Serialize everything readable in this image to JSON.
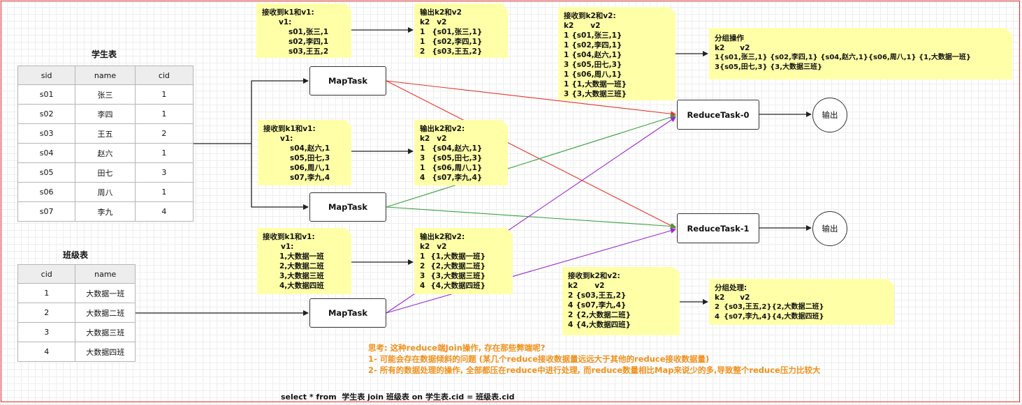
{
  "student_table": {
    "title": "学生表",
    "headers": [
      "sid",
      "name",
      "cid"
    ],
    "rows": [
      [
        "s01",
        "张三",
        "1"
      ],
      [
        "s02",
        "李四",
        "1"
      ],
      [
        "s03",
        "王五",
        "2"
      ],
      [
        "s04",
        "赵六",
        "1"
      ],
      [
        "s05",
        "田七",
        "3"
      ],
      [
        "s06",
        "周八",
        "1"
      ],
      [
        "s07",
        "李九",
        "4"
      ]
    ]
  },
  "class_table": {
    "title": "班级表",
    "headers": [
      "cid",
      "name"
    ],
    "rows": [
      [
        "1",
        "大数据一班"
      ],
      [
        "2",
        "大数据二班"
      ],
      [
        "3",
        "大数据三班"
      ],
      [
        "4",
        "大数据四班"
      ]
    ]
  },
  "map_tasks": [
    "MapTask",
    "MapTask",
    "MapTask"
  ],
  "reduce_tasks": [
    "ReduceTask-0",
    "ReduceTask-1"
  ],
  "outputs": [
    "输出",
    "输出"
  ],
  "map_inputs": [
    {
      "title": "接收到k1和v1:",
      "sub": "v1:",
      "rows": [
        "s01,张三,1",
        "s02,李四,1",
        "s03,王五,2"
      ]
    },
    {
      "title": "接收到k1和v1:",
      "sub": "v1:",
      "rows": [
        "s04,赵六,1",
        "s05,田七,3",
        "s06,周八,1",
        "s07,李九,4"
      ]
    },
    {
      "title": "接收到k1和v1:",
      "sub": "v1:",
      "rows": [
        "1,大数据一班",
        "2,大数据二班",
        "3,大数据三班",
        "4,大数据四班"
      ]
    }
  ],
  "map_outputs": [
    {
      "title": "输出k2和v2",
      "header": [
        "k2",
        "v2"
      ],
      "rows": [
        [
          "1",
          "{s01,张三,1}"
        ],
        [
          "1",
          "{s02,李四,1}"
        ],
        [
          "2",
          "{s03,王五,2}"
        ]
      ]
    },
    {
      "title": "输出k2和v2:",
      "header": [
        "k2",
        "v2"
      ],
      "rows": [
        [
          "1",
          "{s04,赵六,1}"
        ],
        [
          "3",
          "{s05,田七,3}"
        ],
        [
          "1",
          "{s06,周八,1}"
        ],
        [
          "4",
          "{s07,李九,4}"
        ]
      ]
    },
    {
      "title": "输出k2和v2:",
      "header": [
        "k2",
        "v2"
      ],
      "rows": [
        [
          "1",
          "{1,大数据一班}"
        ],
        [
          "2",
          "{2,大数据二班}"
        ],
        [
          "3",
          "{3,大数据三班}"
        ],
        [
          "4",
          "{4,大数据四班}"
        ]
      ]
    }
  ],
  "reduce_inputs": [
    {
      "title": "接收到k2和v2:",
      "header": [
        "k2",
        "v2"
      ],
      "rows": [
        [
          "1",
          "{s01,张三,1}"
        ],
        [
          "1",
          "{s02,李四,1}"
        ],
        [
          "1",
          "{s04,赵六,1}"
        ],
        [
          "3",
          "{s05,田七,3}"
        ],
        [
          "1",
          "{s06,周八,1}"
        ],
        [
          "1",
          "{1,大数据一班}"
        ],
        [
          "3",
          "{3,大数据三班}"
        ]
      ]
    },
    {
      "title": "接收到k2和v2:",
      "header": [
        "k2",
        "v2"
      ],
      "rows": [
        [
          "2",
          "{s03,王五,2}"
        ],
        [
          "4",
          "{s07,李九,4}"
        ],
        [
          "2",
          "{2,大数据二班}"
        ],
        [
          "4",
          "{4,大数据四班}"
        ]
      ]
    }
  ],
  "group_notes": [
    {
      "title": "分组操作",
      "header": [
        "k2",
        "v2"
      ],
      "rows": [
        [
          "1",
          "{s01,张三,1} {s02,李四,1}  {s04,赵六,1}{s06,周八,1} {1,大数据一班}"
        ],
        [
          "3",
          "{s05,田七,3} {3,大数据三班}"
        ]
      ]
    },
    {
      "title": "分组处理:",
      "header": [
        "k2",
        "v2"
      ],
      "rows": [
        [
          "2",
          "{s03,王五,2}{2,大数据二班}"
        ],
        [
          "4",
          "{s07,李九,4}{4,大数据四班}"
        ]
      ]
    }
  ],
  "thinking": [
    "思考: 这种reduce端Join操作, 存在那些弊端呢?",
    "1- 可能会存在数据倾斜的问题 (某几个reduce接收数据量远远大于其他的reduce接收数据量)",
    "2- 所有的数据处理的操作, 全部都压在reduce中进行处理, 而reduce数量相比Map来说少的多,导致整个reduce压力比较大"
  ],
  "sql": "select * from  学生表 join 班级表 on 学生表.cid = 班级表.cid",
  "colors": {
    "red": "#e8332a",
    "green": "#3aa040",
    "purple": "#9a2ad0",
    "note_bg": "#ffffa8",
    "thinking": "#f0901a",
    "frame": "#e03030"
  }
}
